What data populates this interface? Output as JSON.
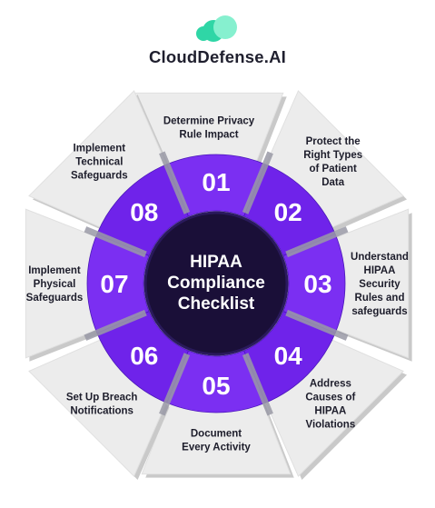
{
  "brand": {
    "name": "CloudDefense.AI",
    "colors": {
      "logo_dark": "#2fd6a6",
      "logo_light": "#86f0cf"
    }
  },
  "center": {
    "lines": [
      "HIPAA",
      "Compliance",
      "Checklist"
    ]
  },
  "colors": {
    "ring": "#7b2ff2",
    "ring_dark": "#4a18b8",
    "center": "#1a0f38",
    "segment": "#ececec",
    "segment_edge": "#c9c9c9"
  },
  "items": [
    {
      "number": "01",
      "lines": [
        "Determine Privacy",
        "Rule Impact"
      ]
    },
    {
      "number": "02",
      "lines": [
        "Protect the",
        "Right Types",
        "of Patient",
        "Data"
      ]
    },
    {
      "number": "03",
      "lines": [
        "Understand",
        "HIPAA",
        "Security",
        "Rules and",
        "safeguards"
      ]
    },
    {
      "number": "04",
      "lines": [
        "Address",
        "Causes of",
        "HIPAA",
        "Violations"
      ]
    },
    {
      "number": "05",
      "lines": [
        "Document",
        "Every Activity"
      ]
    },
    {
      "number": "06",
      "lines": [
        "Set Up Breach",
        "Notifications"
      ]
    },
    {
      "number": "07",
      "lines": [
        "Implement",
        "Physical",
        "Safeguards"
      ]
    },
    {
      "number": "08",
      "lines": [
        "Implement",
        "Technical",
        "Safeguards"
      ]
    }
  ]
}
